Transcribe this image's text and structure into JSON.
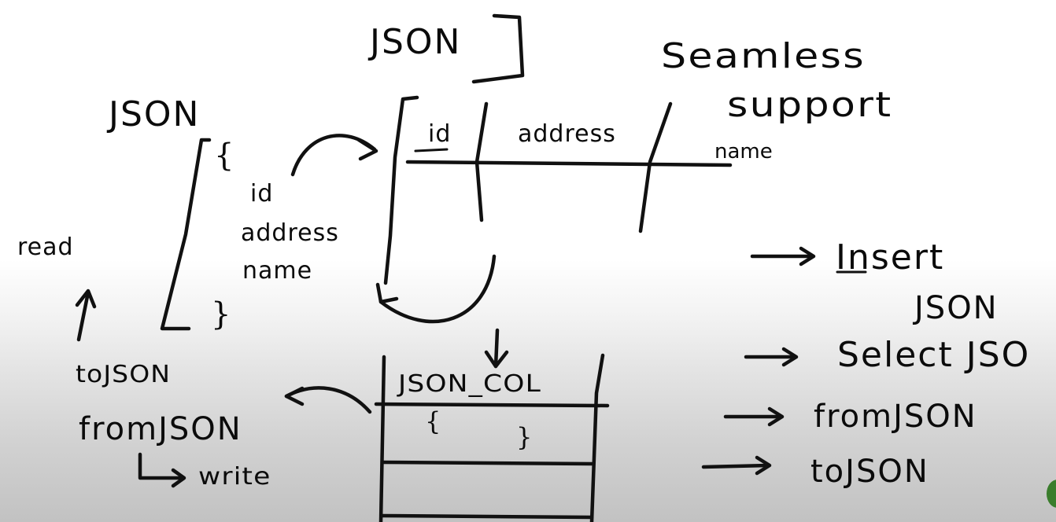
{
  "labels": {
    "json_top": "JSON",
    "seamless": "Seamless",
    "support": "support",
    "json_left": "JSON",
    "read": "read",
    "to_json_left": "toJSON",
    "from_json_left": "fromJSON",
    "write": "write"
  },
  "json_object": {
    "open_brace": "{",
    "fields": [
      "id",
      "address",
      "name"
    ],
    "close_brace": "}"
  },
  "relational_table": {
    "columns": [
      "id",
      "address",
      "name"
    ]
  },
  "json_col_table": {
    "header": "JSON_COL",
    "row_open": "{",
    "row_close": "}"
  },
  "features": [
    {
      "label": "Insert"
    },
    {
      "label": "JSON"
    },
    {
      "label": "Select JSO"
    },
    {
      "label": "fromJSON"
    },
    {
      "label": "toJSON"
    }
  ],
  "colors": {
    "ink": "#111111",
    "board": "#ffffff",
    "shadow": "#c2c2c2",
    "corner_dot": "#3a7d2c"
  }
}
